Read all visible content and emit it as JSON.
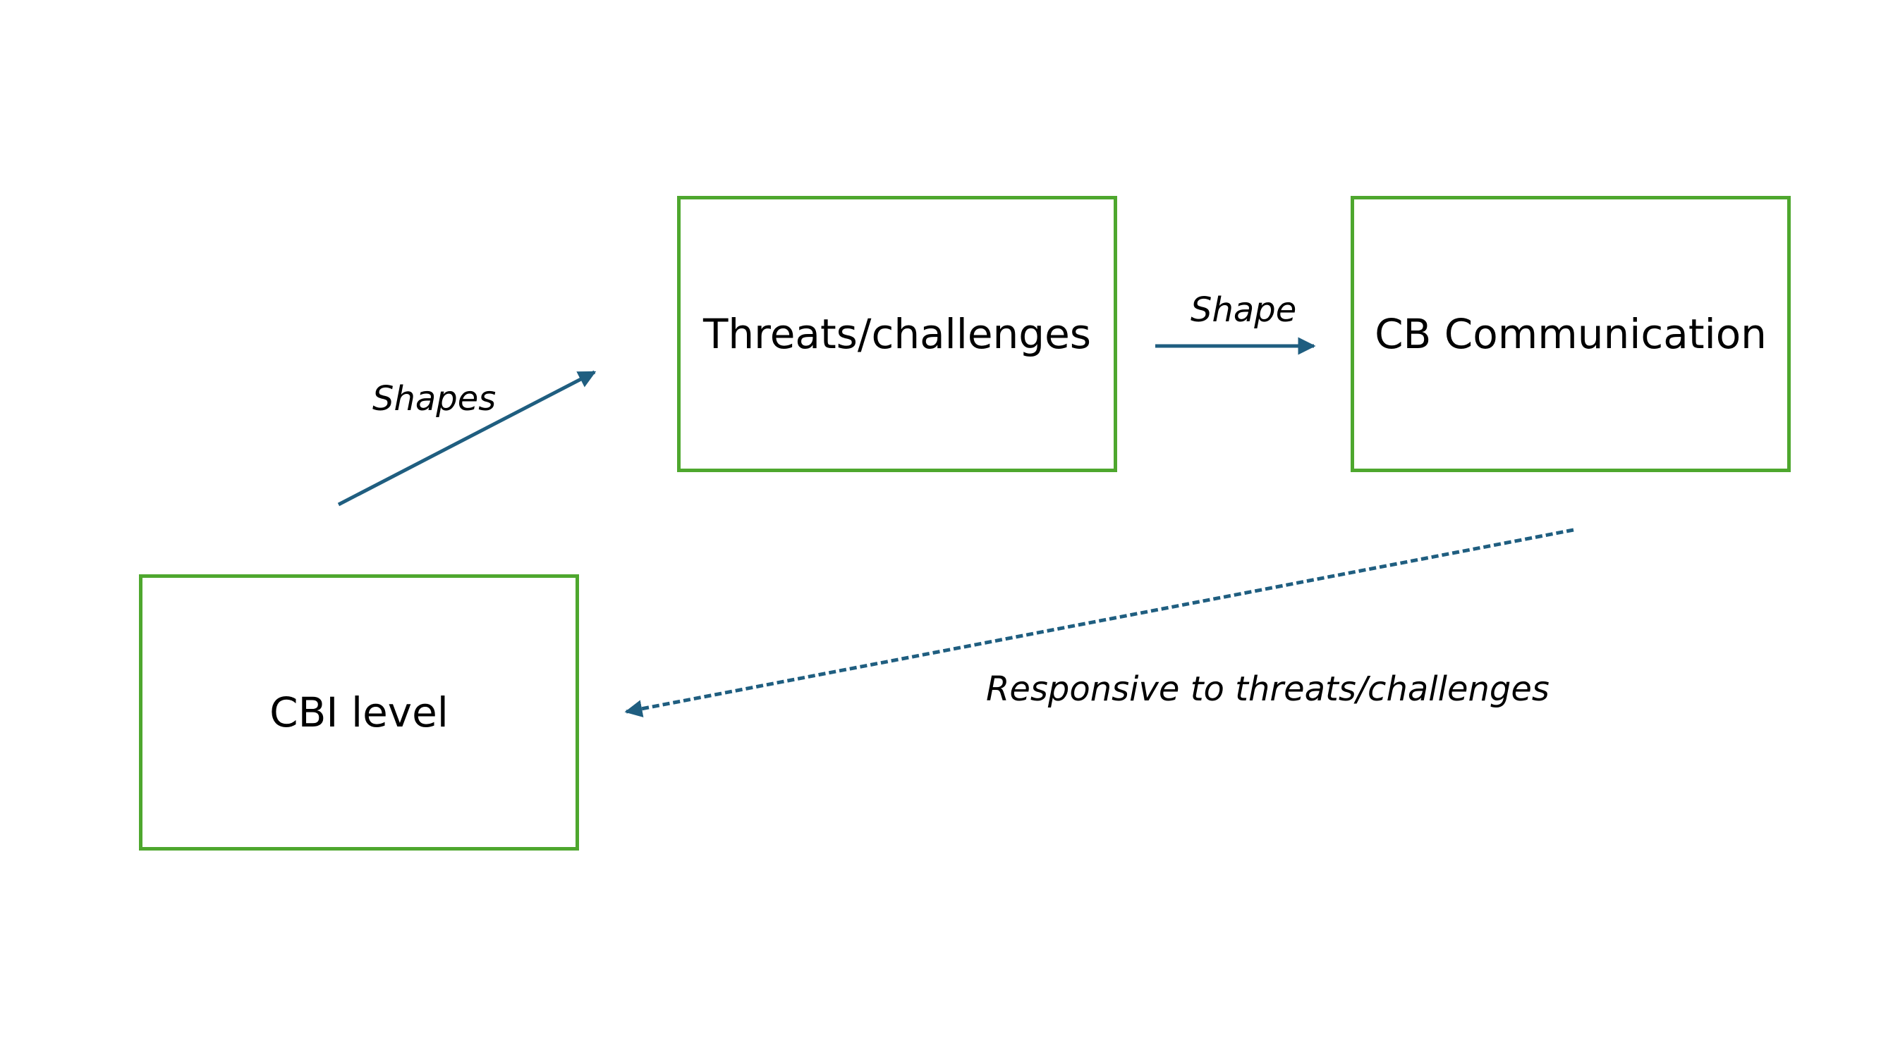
{
  "nodes": {
    "threats": "Threats/challenges",
    "communication": "CB Communication",
    "cbi": "CBI level"
  },
  "edges": {
    "cbi_to_threats": "Shapes",
    "threats_to_communication": "Shape",
    "communication_to_cbi": "Responsive to threats/challenges"
  },
  "colors": {
    "box_border": "#4ea72e",
    "arrow": "#1f5e80"
  }
}
